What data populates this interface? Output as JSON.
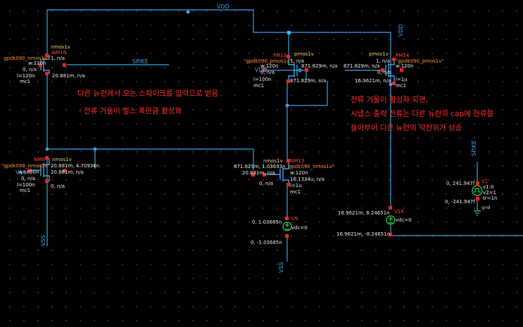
{
  "nets": {
    "vdd_top": "VDD",
    "spike_left": "SPIKE",
    "vdd_left": "VDD",
    "vss_left": "VSS",
    "vss_mid": "VSS",
    "vss_bottom": "VSS",
    "vdd_right": "VDD",
    "spike_right": "SPIKE"
  },
  "devices": {
    "nm16": {
      "name": "NM16",
      "model": "nmos1v",
      "lib": "gpdk090_nmos1v\"",
      "params": [
        "1, n/a",
        "w:120n",
        "0, n/a",
        "l=120n",
        "mc1"
      ],
      "op": [
        "20.881m, n/a"
      ]
    },
    "pm13": {
      "name": "PM13",
      "model": "pmos1v",
      "lib": "\"gpdk090_pmos1v\"",
      "params": [
        "1, n/a",
        "w:120n",
        "0, n/a",
        "l=100n",
        "mc1"
      ],
      "op": [
        "871.829m, n/a",
        "871.829m, n/a"
      ]
    },
    "pm14": {
      "name": "PM14",
      "model": "pmos1v",
      "lib": "\"gpdk090_pmos1v\"",
      "params": [
        "1, n/a",
        "w:120n",
        "0, n/a",
        "l=1u",
        "mc1"
      ],
      "op": [
        "871.829m, n/a",
        "16.9621m, n/a"
      ]
    },
    "nm8": {
      "name": "NM8",
      "model": "nmos1v",
      "lib": "\"gpdk090_nmos1v\"",
      "params": [
        "w=600n",
        "0, n/a",
        "l=100n",
        "mc1"
      ],
      "op": [
        "20.881m, 4.70936n",
        "20.881m, n/a",
        "0, n/a"
      ]
    },
    "nm13": {
      "name": "NM13",
      "model": "nmos1v",
      "lib": "gpdk090_nmos1v\"",
      "params": [
        "w:120n",
        "0, n/a",
        "l=1u",
        "mc1"
      ],
      "op": [
        "871.829m, 1.03633n",
        "20.881m, n/a",
        "16.1334u, n/a"
      ]
    },
    "v9": {
      "name": "V9",
      "value": "vdc=0",
      "op": [
        "0, 1.03685n",
        "0, -1.03685n"
      ]
    },
    "v16": {
      "name": "V16",
      "value": "vdc=0",
      "op": [
        "16.9621m, 8.24651n",
        "16.9621m, -8.24651n"
      ]
    },
    "v1": {
      "name": "V1",
      "params": [
        "v1:0",
        "v2=1",
        "tr=1n"
      ],
      "op": [
        "0, 241.947f",
        "0, -241.947f"
      ],
      "gnd": "gnd"
    }
  },
  "notes": {
    "left_line1": "다른 뉴런에서 오는 스파이크를 입력으로 받음",
    "left_line2": "- 전류 거울이 펄스 폭만큼 활성화",
    "right_line1": "전류 거울이 활성화 되면,",
    "right_line2": "시냅스 출력 전류는 다른 뉴런의 cap에 전류를",
    "right_line3": "들이부어 다른 뉴런의 막전위가 상승"
  },
  "colors": {
    "background": "#000000",
    "wire": "#3aa0e0",
    "pin": "#ff2020",
    "selected_pin": "#30c0ff",
    "note": "#ff2a2a",
    "device": "#3aa0e0",
    "model_text": "#e8d070"
  }
}
